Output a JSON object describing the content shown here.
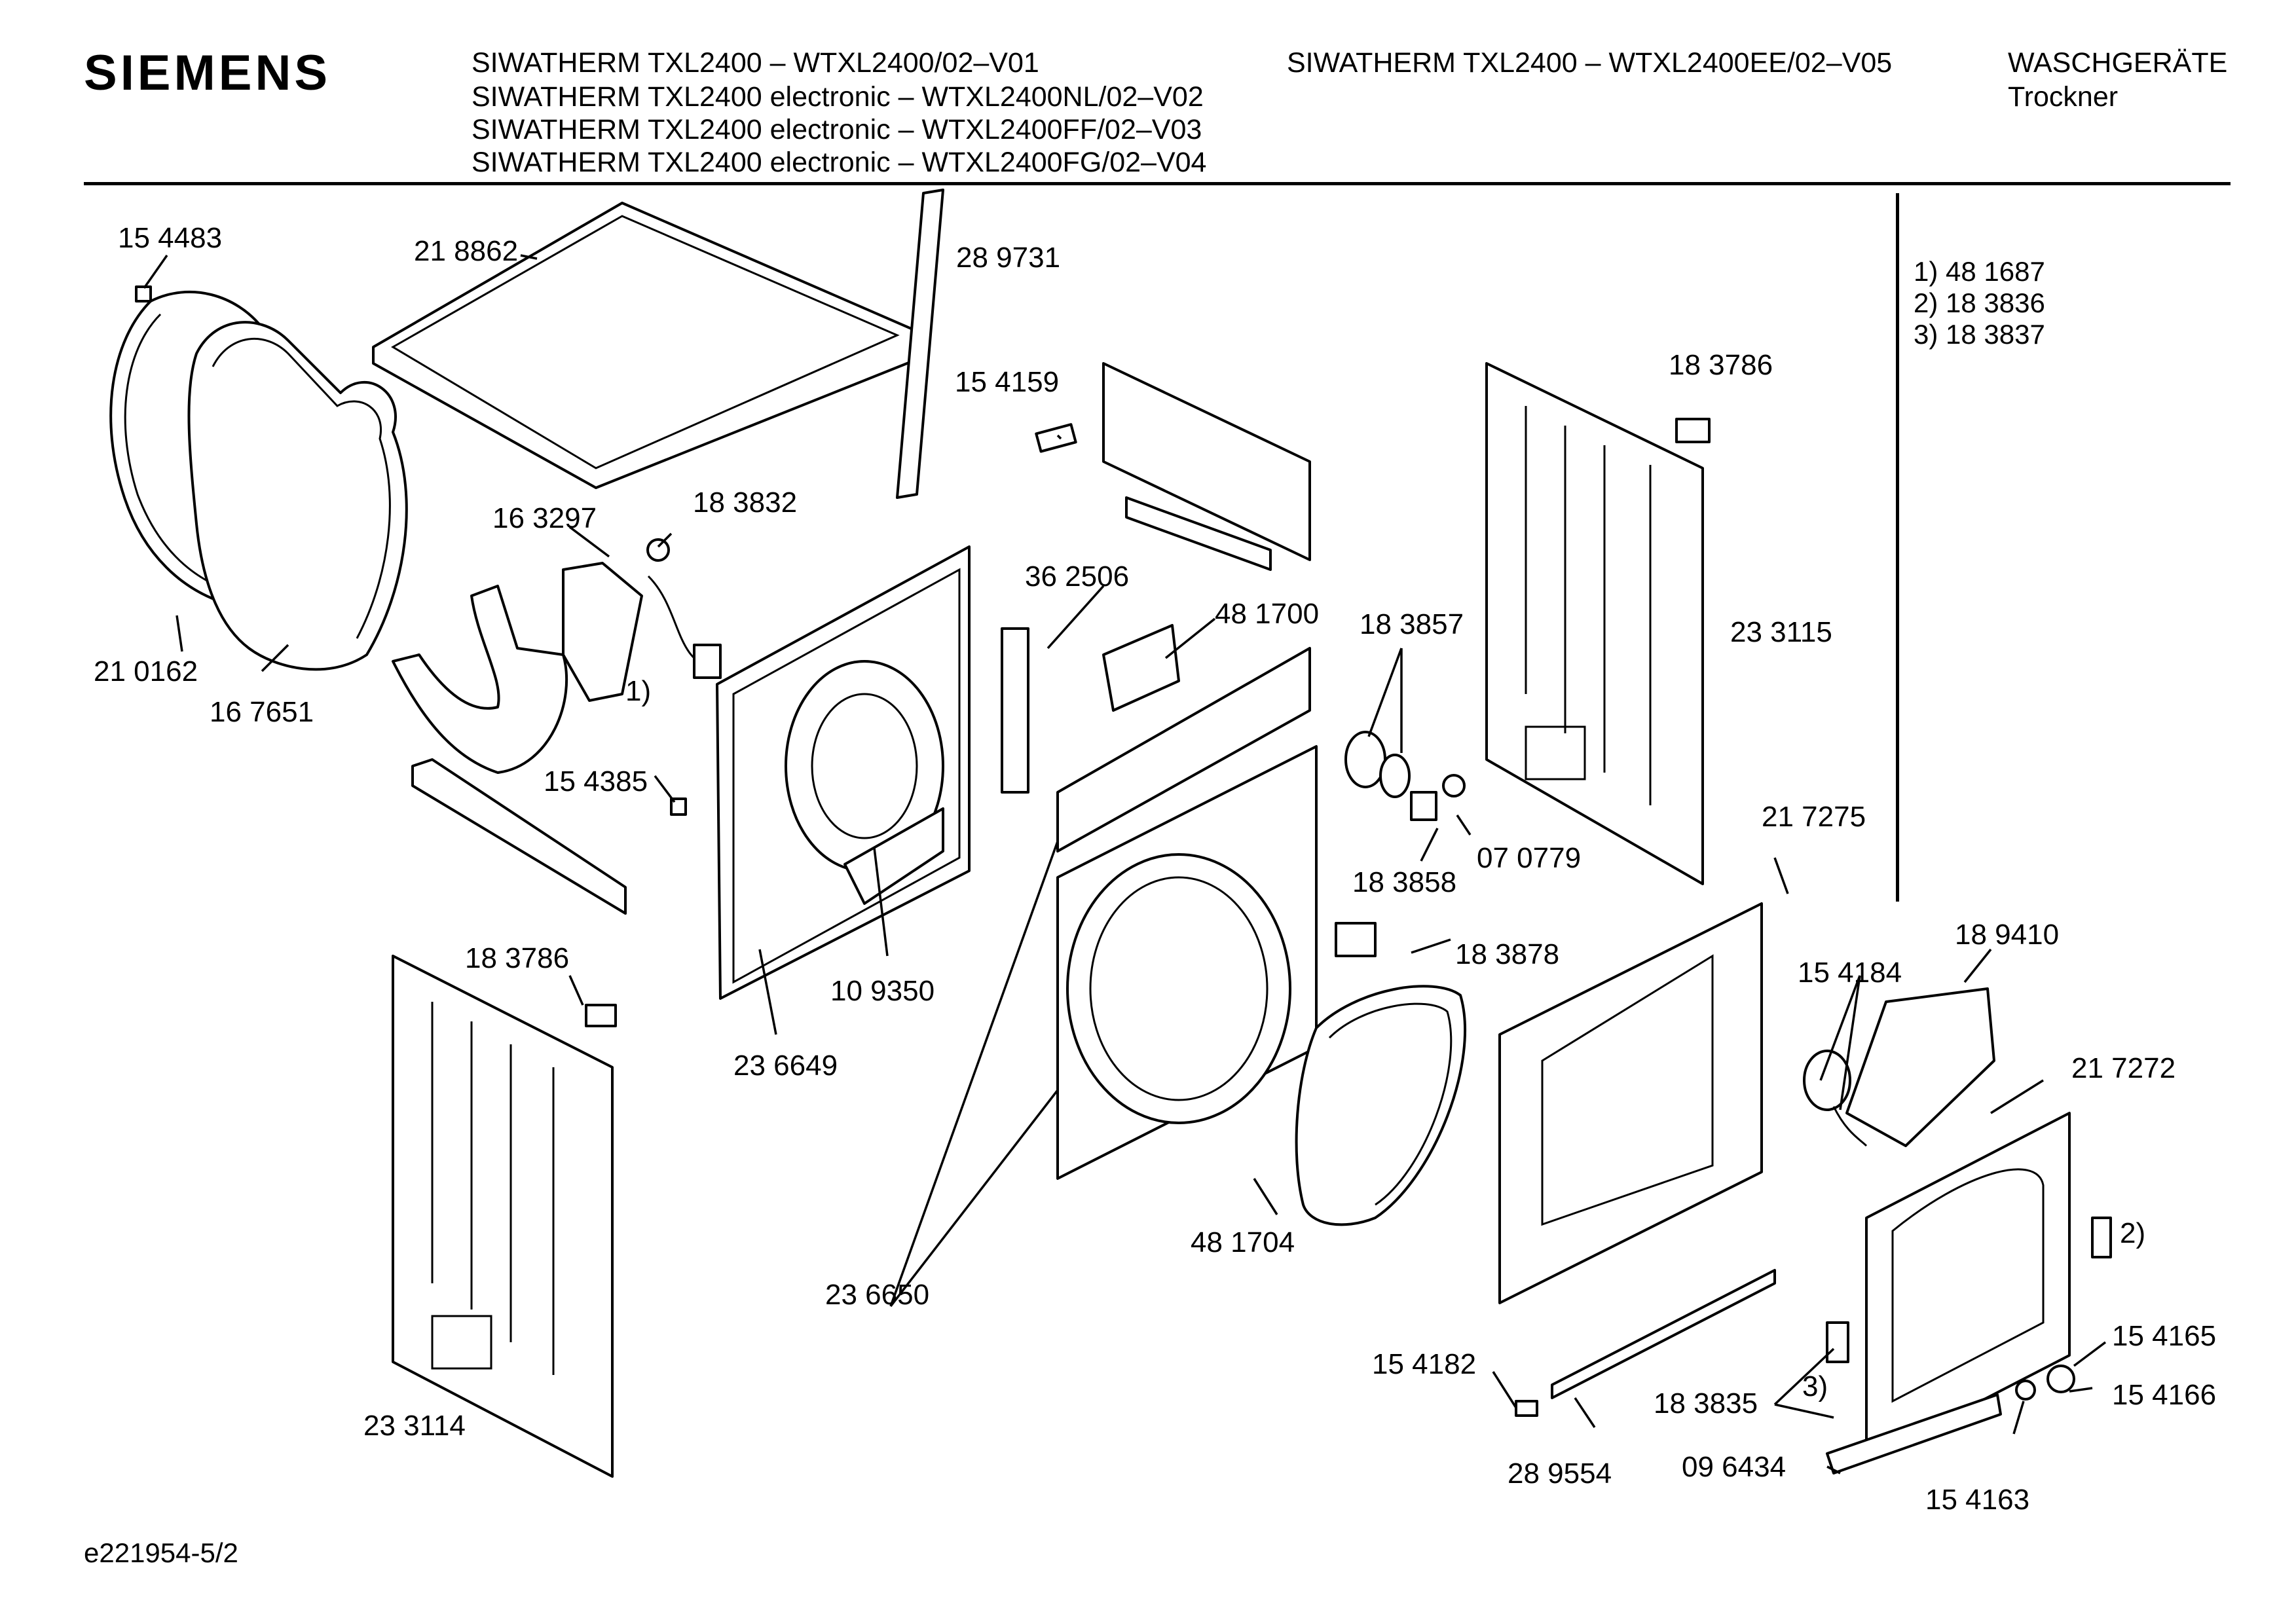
{
  "header": {
    "brand": "SIEMENS",
    "models_col1": [
      "SIWATHERM TXL2400 – WTXL2400/02–V01",
      "SIWATHERM TXL2400 electronic – WTXL2400NL/02–V02",
      "SIWATHERM TXL2400 electronic – WTXL2400FF/02–V03",
      "SIWATHERM TXL2400 electronic – WTXL2400FG/02–V04"
    ],
    "models_col2": "SIWATHERM TXL2400 – WTXL2400EE/02–V05",
    "category": "WASCHGERÄTE",
    "subcategory": "Trockner"
  },
  "notes": [
    "1) 48 1687",
    "2) 18 3836",
    "3) 18 3837"
  ],
  "footer": {
    "diagram_id": "e221954-5/2"
  },
  "callouts": {
    "c154483": "15 4483",
    "c218862": "21 8862",
    "c289731": "28 9731",
    "c154159": "15 4159",
    "c183786a": "18 3786",
    "c163297": "16 3297",
    "c183832": "18 3832",
    "c362506": "36 2506",
    "c481700": "48 1700",
    "c183857": "18 3857",
    "c233115": "23 3115",
    "c210162": "21 0162",
    "c167651": "16 7651",
    "m1": "1)",
    "c154385": "15 4385",
    "c070779": "07 0779",
    "c183858": "18 3858",
    "c217275": "21 7275",
    "c183786b": "18 3786",
    "c109350": "10 9350",
    "c183878": "18 3878",
    "c189410": "18 9410",
    "c154184": "15 4184",
    "c236649": "23 6649",
    "c217272": "21 7272",
    "m2": "2)",
    "c481704": "48 1704",
    "c236650": "23 6650",
    "c154165": "15 4165",
    "c154182": "15 4182",
    "c183835": "18 3835",
    "m3": "3)",
    "c154166": "15 4166",
    "c233114": "23 3114",
    "c289554": "28 9554",
    "c096434": "09 6434",
    "c154163": "15 4163"
  }
}
